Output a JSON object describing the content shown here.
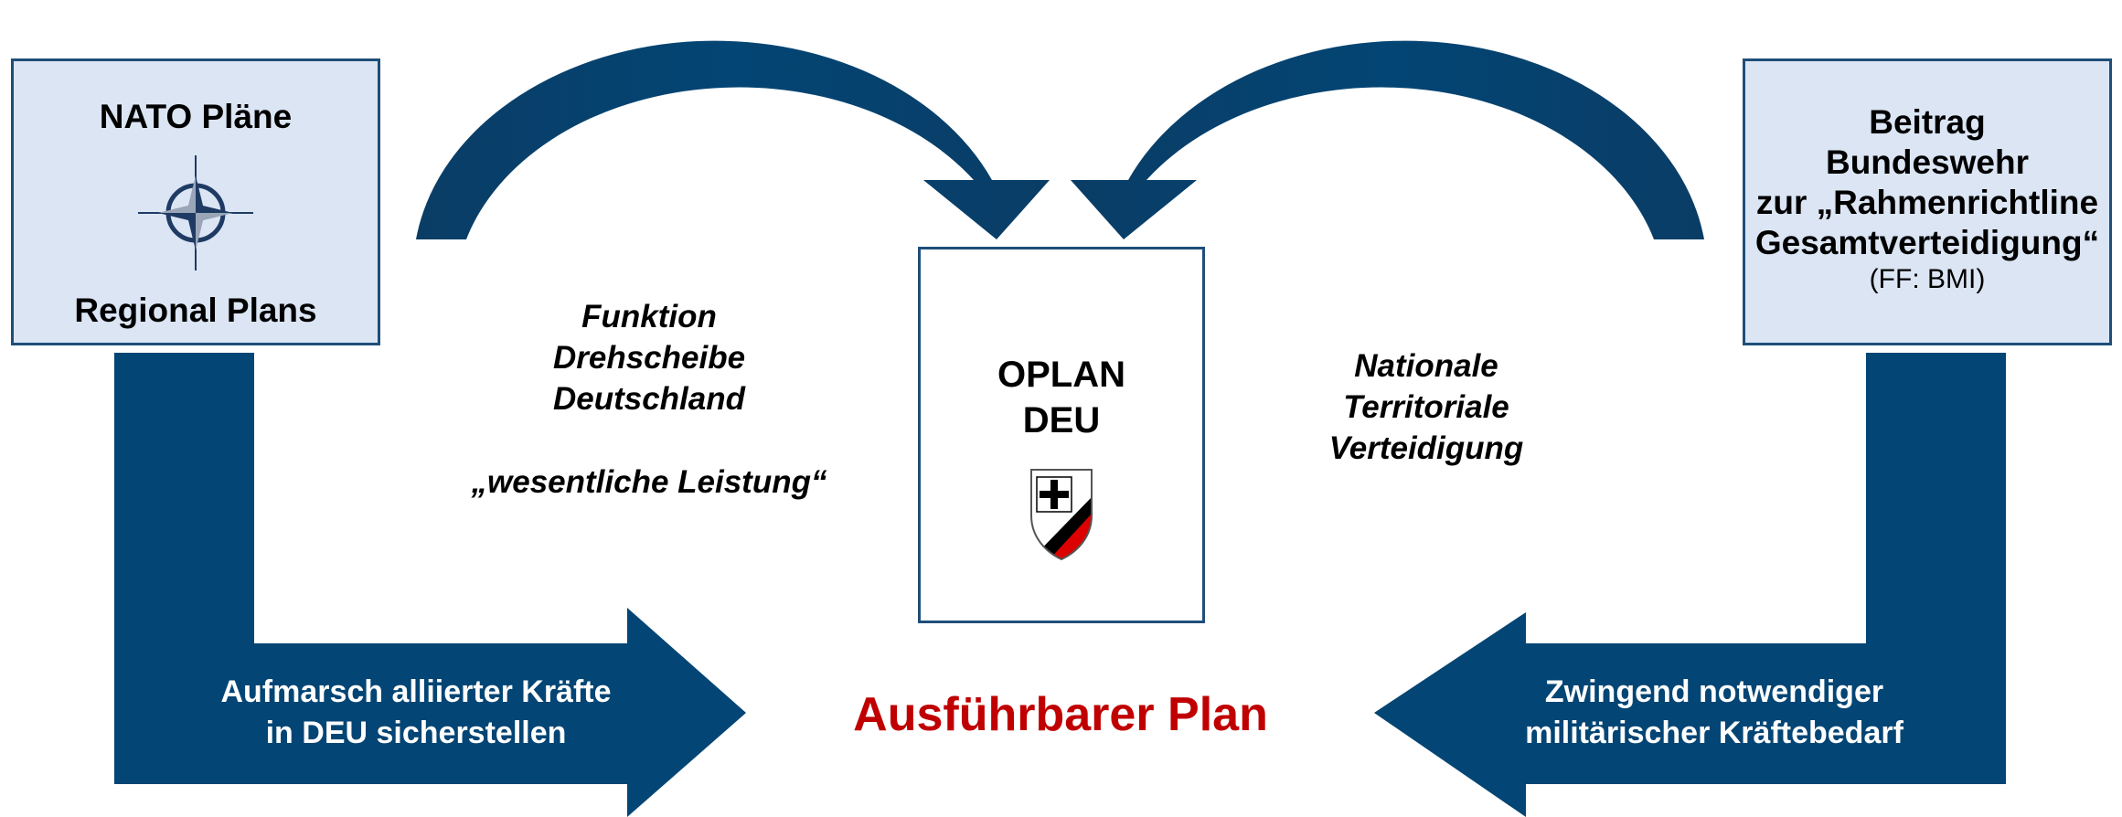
{
  "colors": {
    "arrow": "#034574",
    "box_fill": "#dbe5f4",
    "box_border": "#1f4e79",
    "result_text": "#c00000"
  },
  "left_box": {
    "title": "NATO Pläne",
    "icon": "nato-compass-star-icon",
    "subtitle": "Regional Plans"
  },
  "right_box": {
    "lines": [
      "Beitrag",
      "Bundeswehr",
      "zur „Rahmenrichtline",
      "Gesamtverteidigung“"
    ],
    "note": "(FF: BMI)"
  },
  "center_box": {
    "lines": [
      "OPLAN",
      "DEU"
    ],
    "icon": "bundeswehr-coat-of-arms-icon"
  },
  "left_function": {
    "lines": [
      "Funktion",
      "Drehscheibe",
      "Deutschland"
    ],
    "quote": "„wesentliche Leistung“"
  },
  "right_function": {
    "lines": [
      "Nationale",
      "Territoriale",
      "Verteidigung"
    ]
  },
  "left_arrow": {
    "lines": [
      "Aufmarsch alliierter Kräfte",
      "in DEU sicherstellen"
    ]
  },
  "right_arrow": {
    "lines": [
      "Zwingend notwendiger",
      "militärischer Kräftebedarf"
    ]
  },
  "result": "Ausführbarer Plan"
}
